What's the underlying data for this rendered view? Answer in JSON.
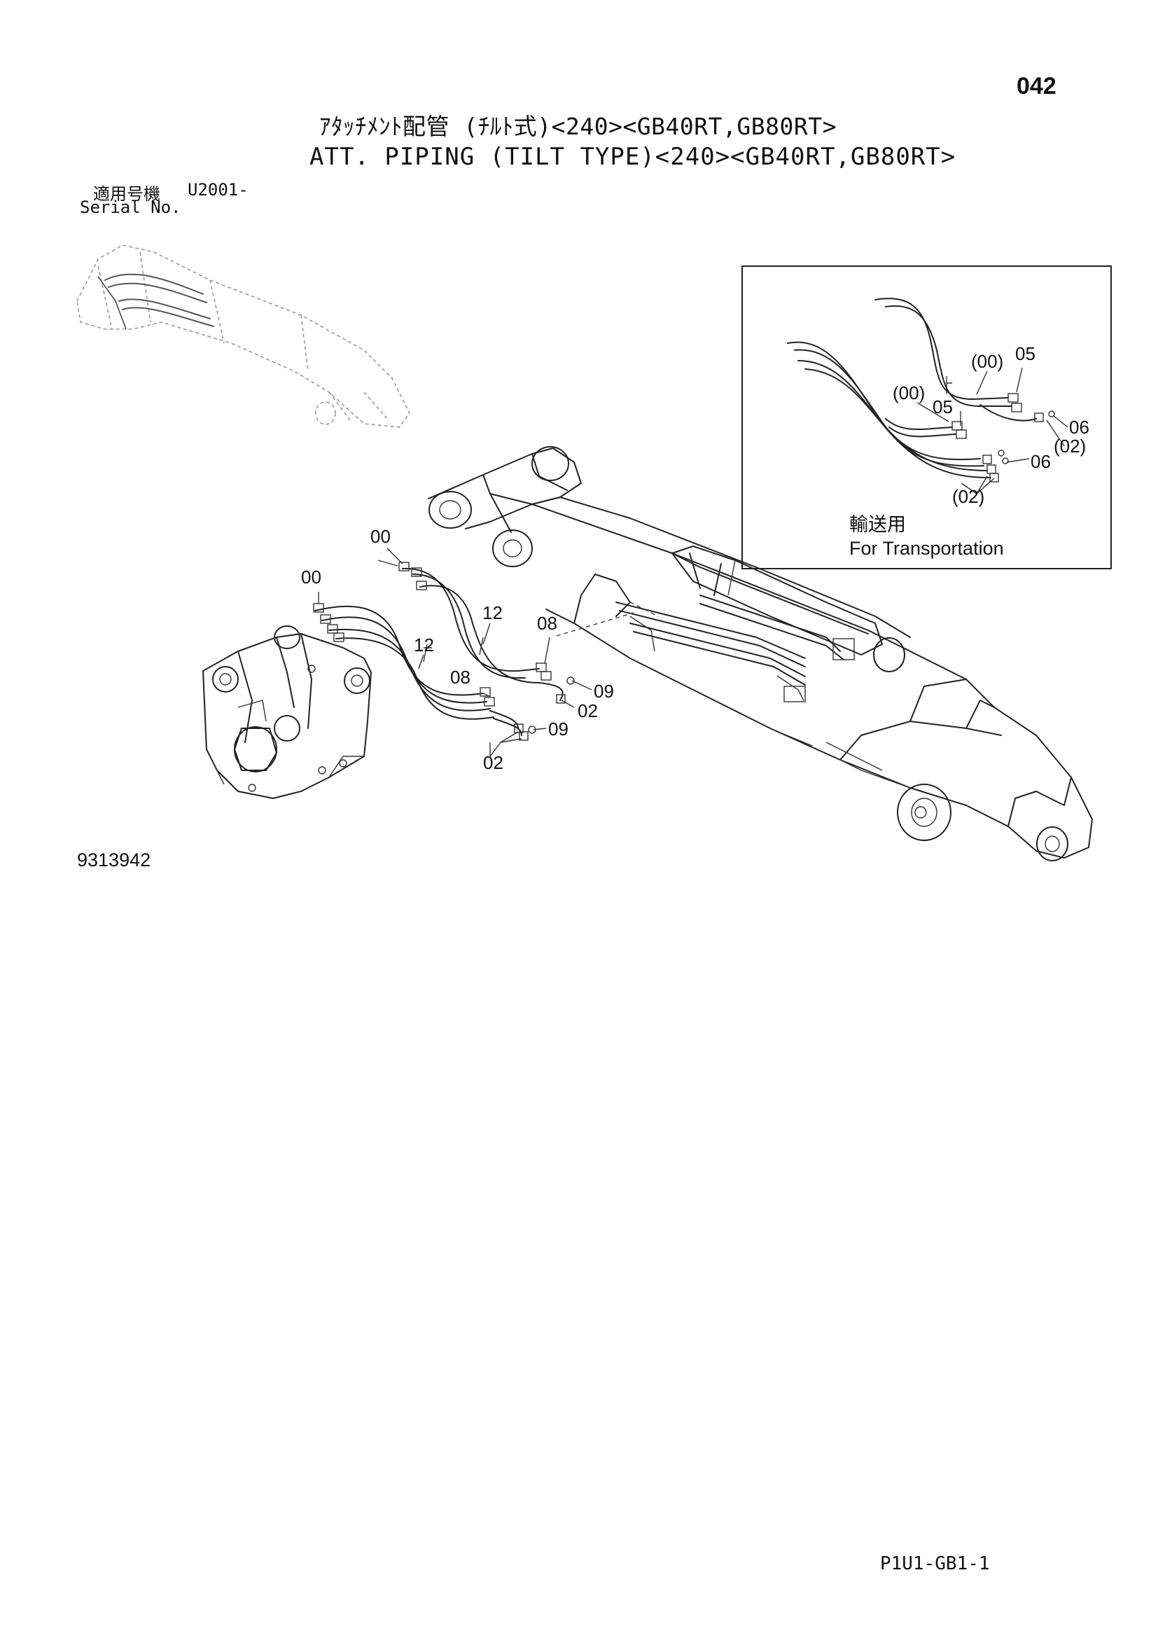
{
  "header": {
    "page_number": "042",
    "title_jp": "ｱﾀｯﾁﾒﾝﾄ配管 (ﾁﾙﾄ式)<240><GB40RT,GB80RT>",
    "title_en": "ATT. PIPING (TILT TYPE)<240><GB40RT,GB80RT>"
  },
  "serial": {
    "label_jp": "適用号機",
    "value": "U2001-",
    "label_en": "Serial No."
  },
  "inset": {
    "caption_jp": "輸送用",
    "caption_en": "For Transportation",
    "callouts": {
      "c00_upper": "(00)",
      "c05_upper": "05",
      "c00_lower": "(00)",
      "c05_lower": "05",
      "c06_a": "06",
      "c02_a": "(02)",
      "c06_b": "06",
      "c02_b": "(02)"
    }
  },
  "main_callouts": {
    "c00_a": "00",
    "c00_b": "00",
    "c12_a": "12",
    "c12_b": "12",
    "c08_a": "08",
    "c08_b": "08",
    "c09_a": "09",
    "c02_a": "02",
    "c09_b": "09",
    "c02_b": "02"
  },
  "drawing_number": "9313942",
  "footer_code": "P1U1-GB1-1"
}
